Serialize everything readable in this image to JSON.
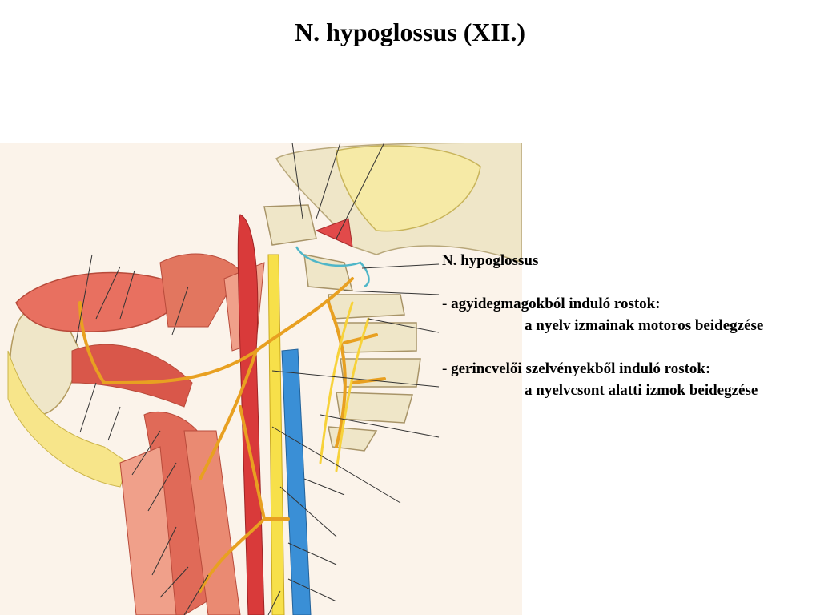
{
  "slide": {
    "title": "N. hypoglossus (XII.)"
  },
  "legend": {
    "heading": "N. hypoglossus",
    "items": [
      {
        "dash": "-",
        "lead": "agyidegmagokból induló rostok:",
        "sub": "a nyelv izmainak motoros beidegzése"
      },
      {
        "dash": "-",
        "lead": "gerincvelői szelvényekből induló rostok:",
        "sub": "a nyelvcsont alatti izmok beidegzése"
      }
    ]
  },
  "colors": {
    "muscle": "#d9574a",
    "muscle_light": "#f0a08a",
    "nerve": "#f2b233",
    "nerve_yellow": "#f7e04a",
    "vein": "#3a8fd6",
    "artery": "#d93a3a",
    "bone": "#efe6c8",
    "background_tissue": "#fbf3ea"
  }
}
